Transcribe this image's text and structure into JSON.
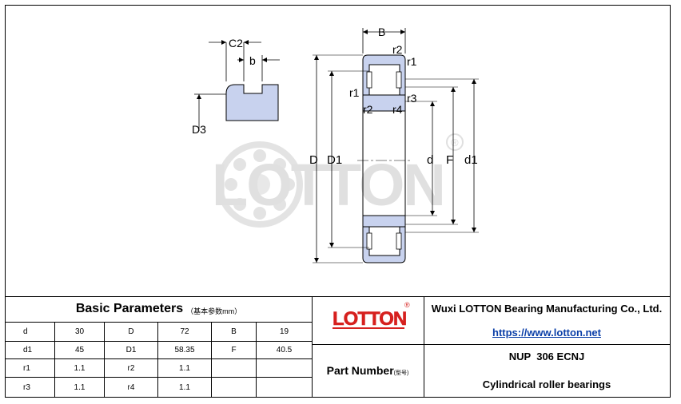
{
  "watermark": {
    "brand": "LOTTON",
    "registered": "®"
  },
  "drawing_labels": {
    "C2": "C2",
    "b": "b",
    "D3": "D3",
    "B": "B",
    "r2_top": "r2",
    "r1_top": "r1",
    "r1_mid": "r1",
    "r3": "r3",
    "r2_mid": "r2",
    "r4": "r4",
    "D": "D",
    "D1": "D1",
    "d": "d",
    "F": "F",
    "d1": "d1"
  },
  "title_block": {
    "basic_title": "Basic Parameters",
    "basic_title_cn": "（基本参数mm）",
    "logo_text": "LOTTON",
    "logo_reg": "®",
    "company": "Wuxi LOTTON Bearing Manufacturing Co., Ltd.",
    "url": "https://www.lotton.net",
    "part_number_label": "Part Number",
    "part_number_cn": "(型号)",
    "part_number": "NUP  306 ECNJ",
    "bearing_type": "Cylindrical roller bearings"
  },
  "params": [
    [
      "d",
      "30",
      "D",
      "72",
      "B",
      "19"
    ],
    [
      "d1",
      "45",
      "D1",
      "58.35",
      "F",
      "40.5"
    ],
    [
      "r1",
      "1.1",
      "r2",
      "1.1",
      "",
      ""
    ],
    [
      "r3",
      "1.1",
      "r4",
      "1.1",
      "",
      ""
    ]
  ],
  "colors": {
    "part_fill": "#c8d2ee",
    "logo_red": "#d6201e",
    "link": "#0b3fa8",
    "watermark": "#e2e2e2"
  }
}
